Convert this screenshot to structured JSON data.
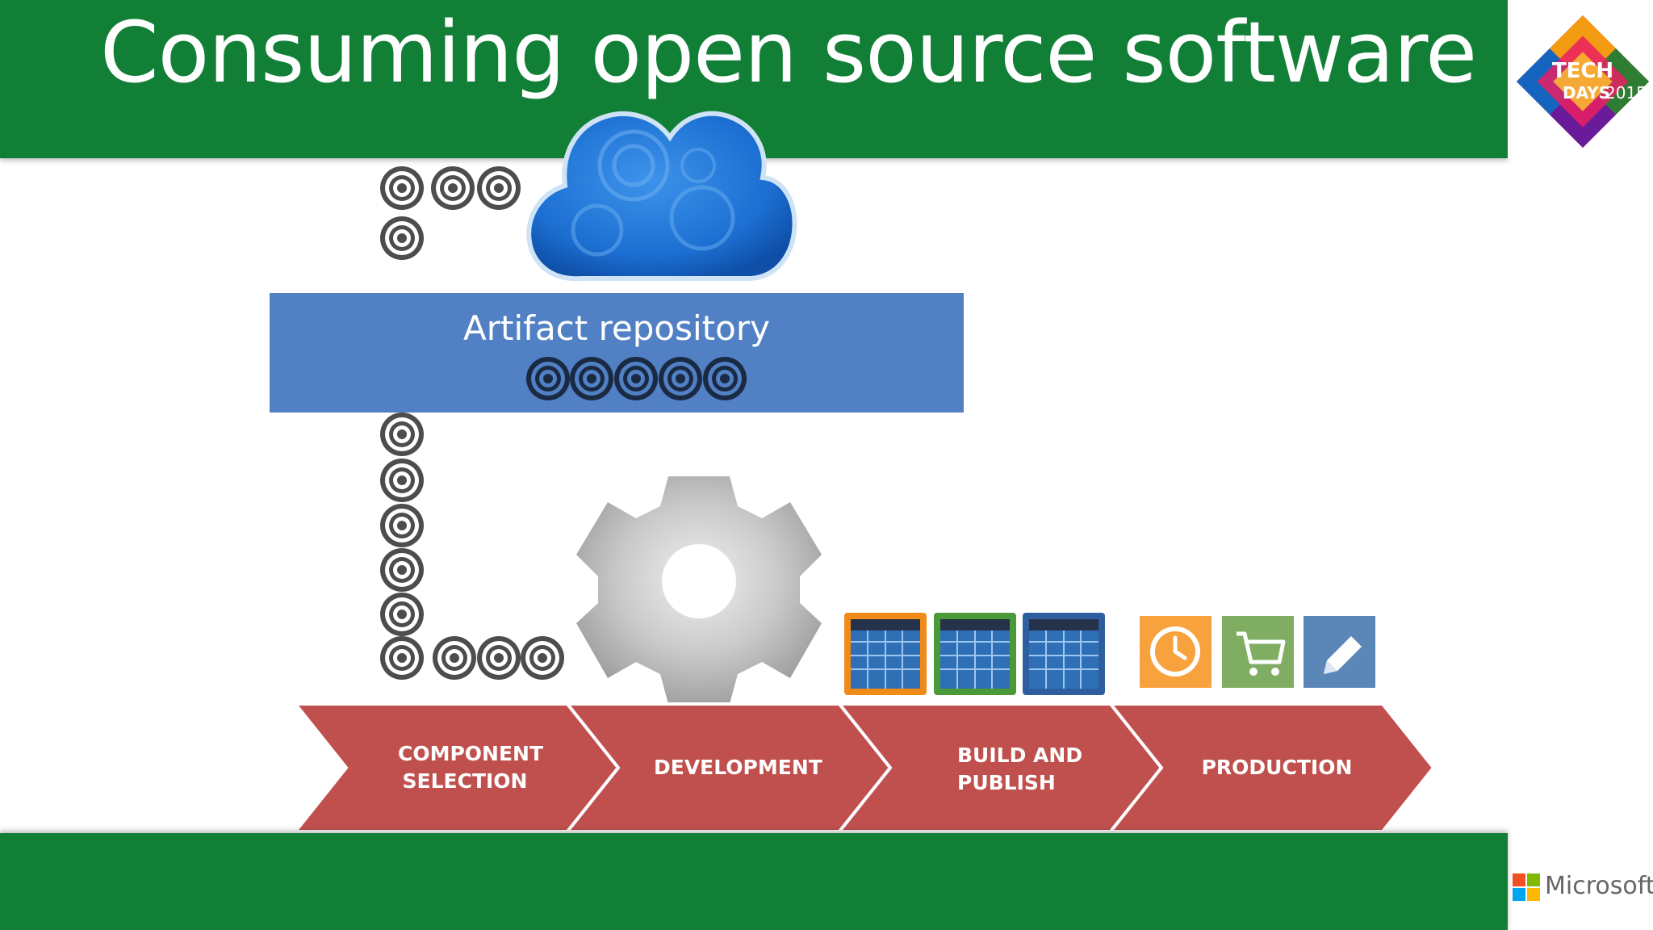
{
  "slide": {
    "title": "Consuming open source software",
    "repository_label": "Artifact repository"
  },
  "logo": {
    "text_line1": "TECH",
    "text_line2": "DAYS",
    "year": "2015"
  },
  "footer": {
    "brand": "Microsoft"
  },
  "stages": [
    {
      "label": "COMPONENT\nSELECTION"
    },
    {
      "label": "DEVELOPMENT"
    },
    {
      "label": "BUILD AND\nPUBLISH"
    },
    {
      "label": "PRODUCTION"
    }
  ],
  "build_tiles": [
    {
      "border": "#f08a18"
    },
    {
      "border": "#4a9a3a"
    },
    {
      "border": "#2f5e9e"
    }
  ],
  "production_icons": [
    {
      "icon": "clock-icon",
      "color": "#f7a23c"
    },
    {
      "icon": "cart-icon",
      "color": "#7fae63"
    },
    {
      "icon": "pencil-icon",
      "color": "#5a87b8"
    }
  ],
  "colors": {
    "header_green": "#127f37",
    "repository_blue": "#5181c4",
    "chevron_red": "#c0504d",
    "cloud_blue": "#1c6fd2"
  }
}
